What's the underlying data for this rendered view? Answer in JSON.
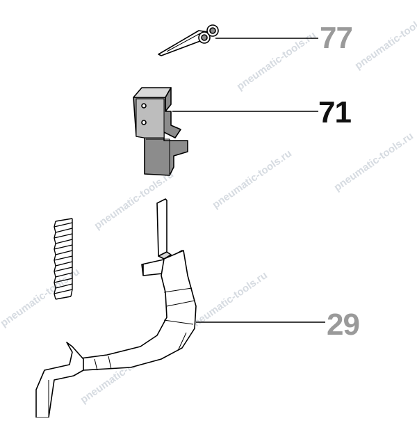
{
  "parts": [
    {
      "number": "77",
      "name": "spring-clip",
      "label_color": "#9a9a9a"
    },
    {
      "number": "71",
      "name": "trigger-bracket",
      "label_color": "#111111"
    },
    {
      "number": "29",
      "name": "trigger-lever",
      "label_color": "#9a9a9a"
    }
  ],
  "watermark": "pneumatic-tools.ru",
  "colors": {
    "line": "#000000",
    "part_fill": "#ffffff",
    "shade": "#8c8c8c",
    "background": "#ffffff"
  }
}
